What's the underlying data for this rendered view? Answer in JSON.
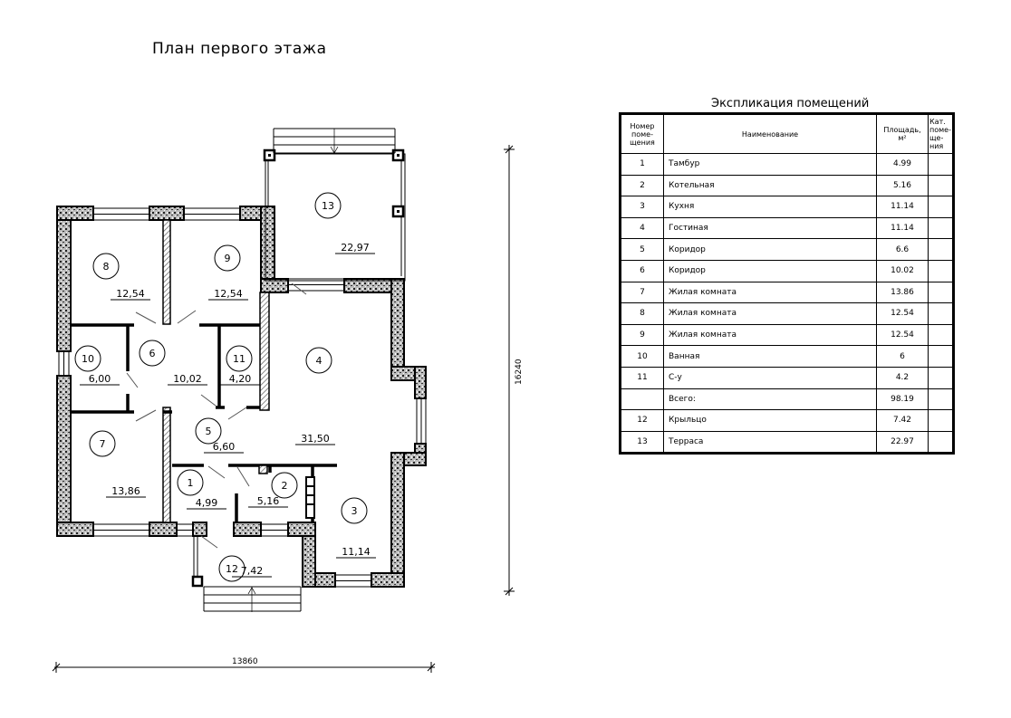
{
  "title": "План первого этажа",
  "plan": {
    "rooms": [
      {
        "num": "1",
        "area": "4,99"
      },
      {
        "num": "2",
        "area": "5,16"
      },
      {
        "num": "3",
        "area": "11,14"
      },
      {
        "num": "4",
        "area": "31,50"
      },
      {
        "num": "5",
        "area": "6,60"
      },
      {
        "num": "6",
        "area": "10,02"
      },
      {
        "num": "7",
        "area": "13,86"
      },
      {
        "num": "8",
        "area": "12,54"
      },
      {
        "num": "9",
        "area": "12,54"
      },
      {
        "num": "10",
        "area": "6,00"
      },
      {
        "num": "11",
        "area": "4,20"
      },
      {
        "num": "12",
        "area": "7,42"
      },
      {
        "num": "13",
        "area": "22,97"
      }
    ],
    "dim_width": "13860",
    "dim_height": "16240"
  },
  "table": {
    "title": "Экспликация помещений",
    "headers": [
      "Номер поме-щения",
      "Наименование",
      "Площадь, м²",
      "Кат. поме-ще-ния"
    ],
    "rows": [
      [
        "1",
        "Тамбур",
        "4.99"
      ],
      [
        "2",
        "Котельная",
        "5.16"
      ],
      [
        "3",
        "Кухня",
        "11.14"
      ],
      [
        "4",
        "Гостиная",
        "11.14"
      ],
      [
        "5",
        "Коридор",
        "6.6"
      ],
      [
        "6",
        "Коридор",
        "10.02"
      ],
      [
        "7",
        "Жилая комната",
        "13.86"
      ],
      [
        "8",
        "Жилая комната",
        "12.54"
      ],
      [
        "9",
        "Жилая комната",
        "12.54"
      ],
      [
        "10",
        "Ванная",
        "6"
      ],
      [
        "11",
        "С-у",
        "4.2"
      ],
      [
        "",
        "Всего:",
        "98.19"
      ],
      [
        "12",
        "Крыльцо",
        "7.42"
      ],
      [
        "13",
        "Терраса",
        "22.97"
      ]
    ]
  }
}
